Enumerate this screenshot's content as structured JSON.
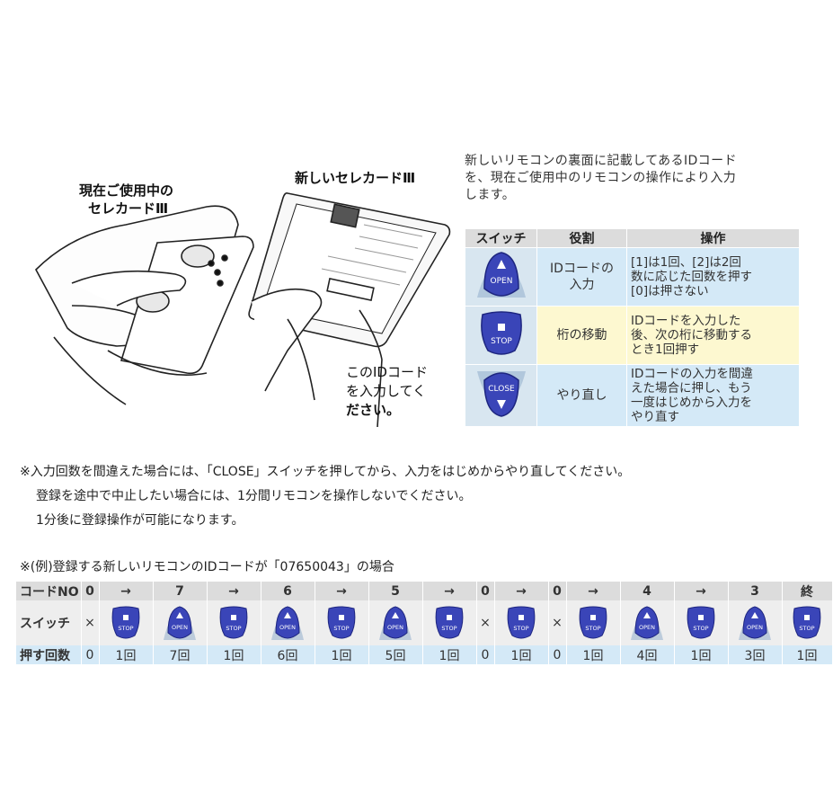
{
  "illustration": {
    "current_card_label_line1": "現在ご使用中の",
    "current_card_label_line2": "セレカードⅢ",
    "new_card_label": "新しいセレカードⅢ",
    "callout_line1": "このIDコード",
    "callout_line2": "を入力してく",
    "callout_line3": "ださい。"
  },
  "intro": {
    "line1": "新しいリモコンの裏面に記載してあるIDコード",
    "line2": "を、現在ご使用中のリモコンの操作により入力",
    "line3": "します。"
  },
  "ops_table": {
    "headers": [
      "スイッチ",
      "役割",
      "操作"
    ],
    "rows": [
      {
        "button": "OPEN",
        "role_line1": "IDコードの",
        "role_line2": "入力",
        "op_lines": [
          "[1]は1回、[2]は2回",
          "数に応じた回数を押す",
          "[0]は押さない"
        ]
      },
      {
        "button": "STOP",
        "role_line1": "桁の移動",
        "role_line2": "",
        "op_lines": [
          "IDコードを入力した",
          "後、次の桁に移動する",
          "とき1回押す"
        ]
      },
      {
        "button": "CLOSE",
        "role_line1": "やり直し",
        "role_line2": "",
        "op_lines": [
          "IDコードの入力を間違",
          "えた場合に押し、もう",
          "一度はじめから入力を",
          "やり直す"
        ]
      }
    ]
  },
  "notes": {
    "line1": "※入力回数を間違えた場合には、「CLOSE」スイッチを押してから、入力をはじめからやり直してください。",
    "line2": "登録を途中で中止したい場合には、1分間リモコンを操作しないでください。",
    "line3": "1分後に登録操作が可能になります。"
  },
  "example": {
    "title": "※(例)登録する新しいリモコンのIDコードが「07650043」の場合",
    "row_labels": [
      "コードNO",
      "スイッチ",
      "押す回数"
    ],
    "codes": [
      "0",
      "→",
      "7",
      "→",
      "6",
      "→",
      "5",
      "→",
      "0",
      "→",
      "0",
      "→",
      "4",
      "→",
      "3",
      "終"
    ],
    "switches": [
      "×",
      "STOP",
      "OPEN",
      "STOP",
      "OPEN",
      "STOP",
      "OPEN",
      "STOP",
      "×",
      "STOP",
      "×",
      "STOP",
      "OPEN",
      "STOP",
      "OPEN",
      "STOP"
    ],
    "counts": [
      "0",
      "1回",
      "7回",
      "1回",
      "6回",
      "1回",
      "5回",
      "1回",
      "0",
      "1回",
      "0",
      "1回",
      "4回",
      "1回",
      "3回",
      "1回"
    ]
  },
  "colors": {
    "button_blue": "#3a45b8",
    "header_gray": "#dcdcdc",
    "cell_blue": "#d4e9f7",
    "cell_yellow": "#fdf8d0"
  }
}
